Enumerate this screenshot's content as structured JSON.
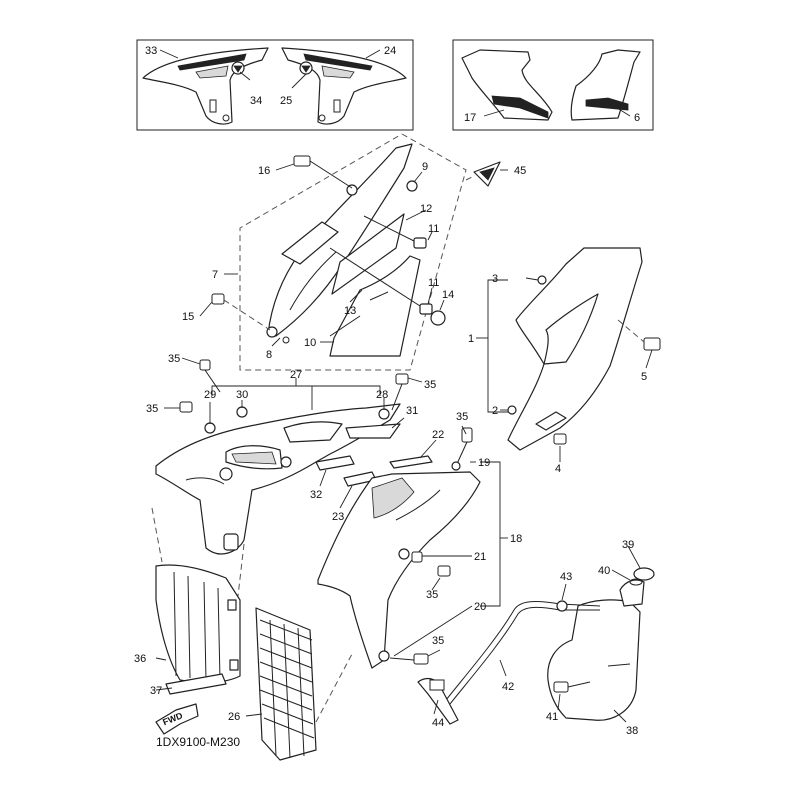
{
  "diagram_code": "1DX9100-M230",
  "fwd_label": "FWD",
  "callouts": [
    "1",
    "2",
    "3",
    "4",
    "5",
    "6",
    "7",
    "8",
    "9",
    "10",
    "11",
    "11",
    "12",
    "13",
    "14",
    "15",
    "16",
    "17",
    "18",
    "19",
    "20",
    "21",
    "22",
    "23",
    "24",
    "25",
    "26",
    "27",
    "28",
    "29",
    "30",
    "31",
    "32",
    "33",
    "34",
    "35",
    "35",
    "35",
    "35",
    "35",
    "35",
    "36",
    "37",
    "38",
    "39",
    "40",
    "41",
    "42",
    "43",
    "44",
    "45"
  ]
}
